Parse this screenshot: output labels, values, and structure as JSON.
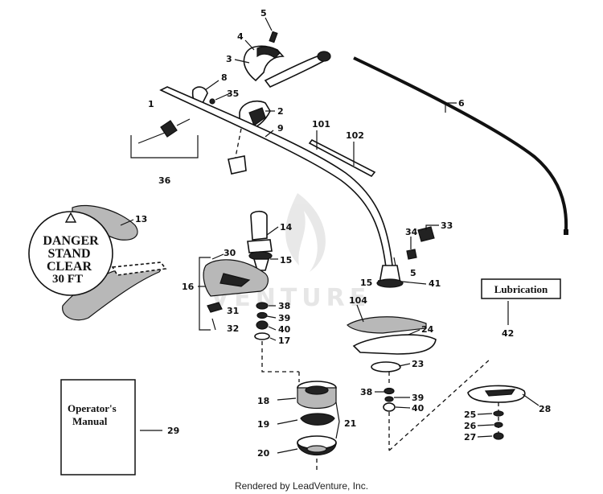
{
  "parts": {
    "p1": "1",
    "p2": "2",
    "p3": "3",
    "p4": "4",
    "p5a": "5",
    "p5b": "5",
    "p6": "6",
    "p8": "8",
    "p9": "9",
    "p13": "13",
    "p14": "14",
    "p15a": "15",
    "p15b": "15",
    "p16": "16",
    "p17": "17",
    "p18": "18",
    "p19": "19",
    "p20": "20",
    "p21": "21",
    "p23": "23",
    "p24": "24",
    "p25": "25",
    "p26": "26",
    "p27": "27",
    "p28": "28",
    "p29": "29",
    "p30": "30",
    "p31": "31",
    "p32": "32",
    "p33": "33",
    "p34": "34",
    "p35": "35",
    "p36": "36",
    "p38a": "38",
    "p38b": "38",
    "p39a": "39",
    "p39b": "39",
    "p40a": "40",
    "p40b": "40",
    "p41": "41",
    "p42": "42",
    "p101": "101",
    "p102": "102",
    "p104": "104"
  },
  "danger_tag": {
    "line1": "DANGER",
    "line2": "STAND",
    "line3": "CLEAR",
    "line4": "30 FT"
  },
  "manual": {
    "line1": "Operator's",
    "line2": "Manual"
  },
  "lubrication": {
    "label": "Lubrication"
  },
  "watermark": "VENTURE",
  "footer": "Rendered by LeadVenture, Inc."
}
